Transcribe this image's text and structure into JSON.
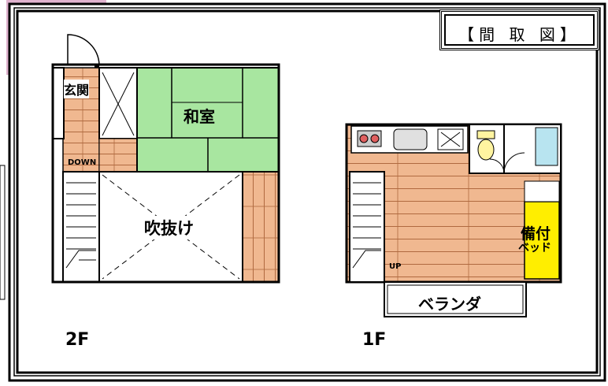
{
  "title": "【間 取 図】",
  "floor2": {
    "label": "2F",
    "rooms": {
      "entrance": "玄関",
      "washitsu": "和室",
      "fukinuke": "吹抜け",
      "stairs_note": "DOWN"
    }
  },
  "floor1": {
    "label": "1F",
    "rooms": {
      "bed_line1": "備付",
      "bed_line2": "ベッド",
      "veranda": "ベランダ",
      "stairs_note": "UP"
    }
  },
  "colors": {
    "tatami": "#a8e6a0",
    "wood": "#f0b890",
    "wood_line": "#b06a40",
    "bed": "#ffee00",
    "bath": "#b8e4f0",
    "wall": "#000000",
    "corner_image": "#d8a0c0"
  }
}
